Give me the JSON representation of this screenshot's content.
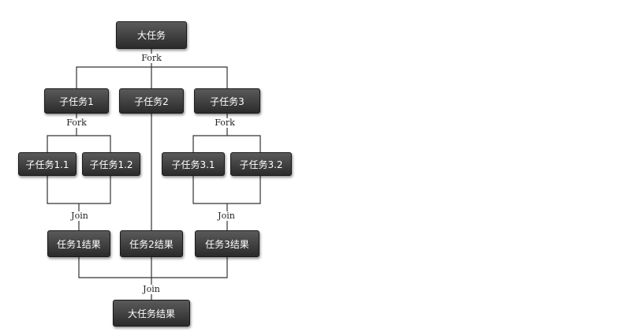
{
  "nodes": {
    "big_task": "大任务",
    "sub1": "子任务1",
    "sub2": "子任务2",
    "sub3": "子任务3",
    "sub1_1": "子任务1.1",
    "sub1_2": "子任务1.2",
    "sub3_1": "子任务3.1",
    "sub3_2": "子任务3.2",
    "result1": "任务1结果",
    "result2": "任务2结果",
    "result3": "任务3结果",
    "big_result": "大任务结果"
  },
  "labels": {
    "fork_top": "Fork",
    "fork_left": "Fork",
    "fork_right": "Fork",
    "join_left": "Join",
    "join_right": "Join",
    "join_bottom": "Join"
  }
}
